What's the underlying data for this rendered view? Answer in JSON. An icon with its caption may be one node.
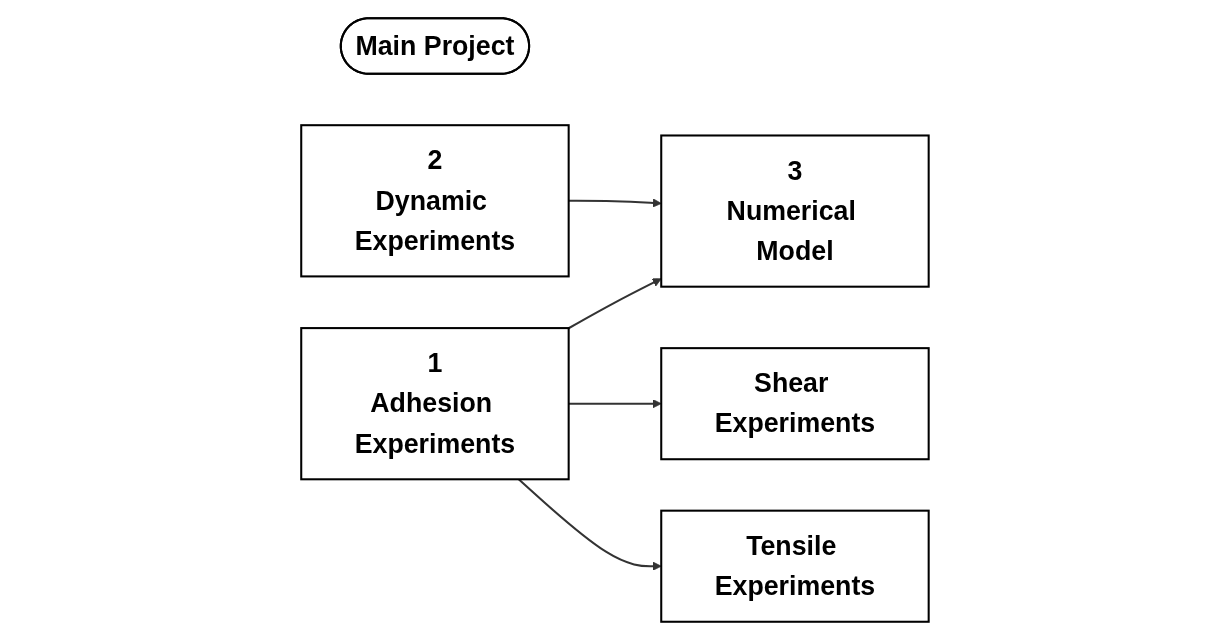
{
  "diagram": {
    "nodes": [
      {
        "text": [
          "Main Project"
        ]
      },
      {
        "text": [
          "1",
          "Adhesion Experiments"
        ]
      },
      {
        "text": [
          "Shear Experiments"
        ]
      },
      {
        "text": [
          "Tensile Experiments"
        ]
      },
      {
        "text": [
          "2",
          "Dynamic Experiments"
        ]
      },
      {
        "text": [
          "3",
          "Numerical Model"
        ]
      }
    ],
    "edges": [
      {
        "from": 1,
        "to": 5,
        "arrow": "to"
      },
      {
        "from": 1,
        "to": 2,
        "arrow": "to"
      },
      {
        "from": 1,
        "to": 3,
        "arrow": "to"
      },
      {
        "from": 4,
        "to": 5,
        "arrow": "to"
      }
    ]
  }
}
